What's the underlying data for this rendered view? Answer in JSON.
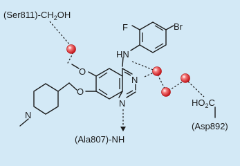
{
  "labels": {
    "ser": "(Ser811)-CH",
    "ser_sub": "2",
    "ser_oh": "OH",
    "f": "F",
    "br": "Br",
    "hn": "HN",
    "n1": "N",
    "n2": "N",
    "n_pip": "N",
    "o_methoxy": "O",
    "o_ether": "O",
    "ho": "HO",
    "ho_sub": "2",
    "c": "C",
    "asp": "(Asp892)",
    "ala": "(Ala807)-NH"
  },
  "colors": {
    "background": "#d3e9f6",
    "water": "#e8292a",
    "ink": "#1a1a1a"
  }
}
